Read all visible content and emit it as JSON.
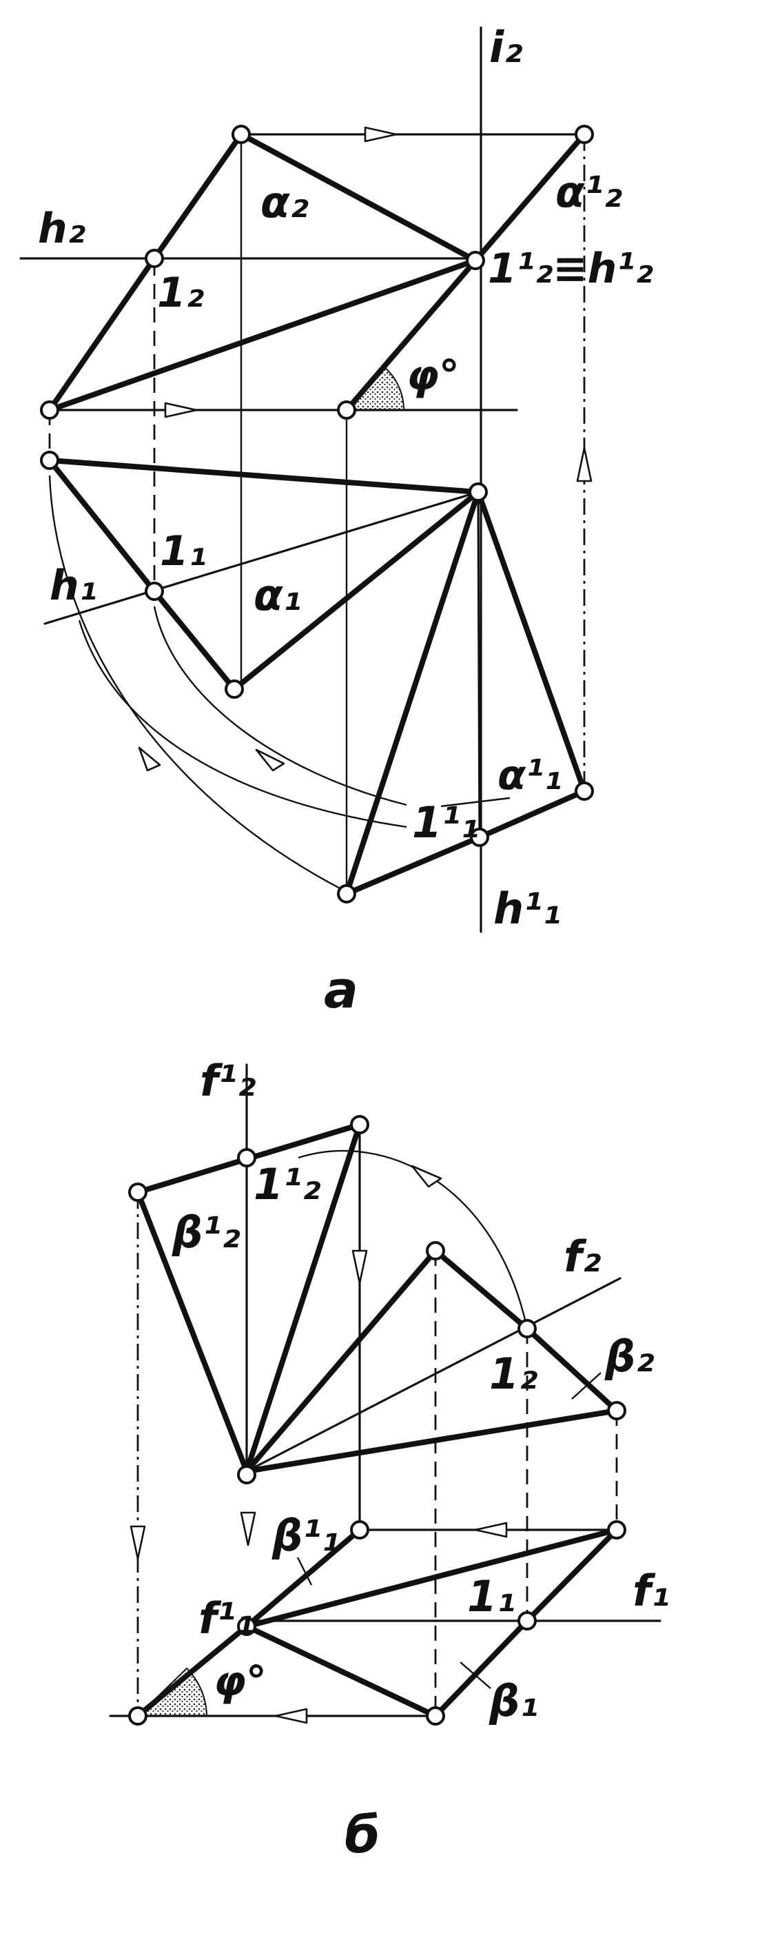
{
  "figures": {
    "a": {
      "caption": "а",
      "labels": {
        "i2": "i₂",
        "h2": "h₂",
        "alpha2": "α₂",
        "alpha2_1": "α¹₂",
        "one2": "1₂",
        "one2_1_eq_h2_1": "1¹₂≡h¹₂",
        "phi": "φ°",
        "one1": "1₁",
        "h1": "h₁",
        "alpha1": "α₁",
        "alpha1_1": "α¹₁",
        "one1_1": "1¹₁",
        "h1_1": "h¹₁"
      }
    },
    "b": {
      "caption": "б",
      "labels": {
        "f2_1": "f¹₂",
        "one2_1": "1¹₂",
        "beta2_1": "β¹₂",
        "f2": "f₂",
        "one2": "1₂",
        "beta2": "β₂",
        "beta1_1": "β¹₁",
        "f1_1": "f¹₁",
        "one1": "1₁",
        "f1": "f₁",
        "phi": "φ°",
        "beta1": "β₁"
      }
    }
  },
  "colors": {
    "ink": "#111111",
    "paper": "#ffffff"
  }
}
